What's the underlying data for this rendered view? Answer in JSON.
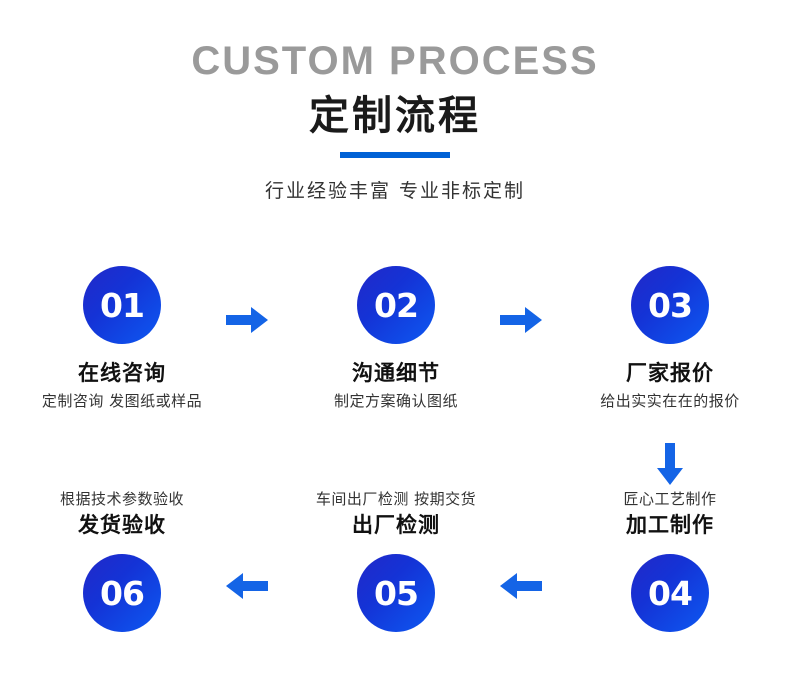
{
  "header": {
    "title_en": "CUSTOM PROCESS",
    "title_cn": "定制流程",
    "subtitle": "行业经验丰富  专业非标定制",
    "accent_color": "#0061D5",
    "title_en_color": "#9a9a9a",
    "title_cn_color": "#1a1a1a"
  },
  "theme": {
    "background": "#ffffff",
    "circle_gradient_start": "#2228c8",
    "circle_gradient_end": "#0d59f2",
    "arrow_color": "#1464e6"
  },
  "steps": [
    {
      "number": "01",
      "title": "在线咨询",
      "subtitle": "定制咨询 发图纸或样品",
      "row": "top"
    },
    {
      "number": "02",
      "title": "沟通细节",
      "subtitle": "制定方案确认图纸",
      "row": "top"
    },
    {
      "number": "03",
      "title": "厂家报价",
      "subtitle": "给出实实在在的报价",
      "row": "top"
    },
    {
      "number": "04",
      "title": "加工制作",
      "subtitle": "匠心工艺制作",
      "row": "bottom"
    },
    {
      "number": "05",
      "title": "出厂检测",
      "subtitle": "车间出厂检测 按期交货",
      "row": "bottom"
    },
    {
      "number": "06",
      "title": "发货验收",
      "subtitle": "根据技术参数验收",
      "row": "bottom"
    }
  ],
  "arrows": [
    {
      "name": "arrow-step-01-to-02",
      "direction": "right"
    },
    {
      "name": "arrow-step-02-to-03",
      "direction": "right"
    },
    {
      "name": "arrow-step-03-to-04",
      "direction": "down"
    },
    {
      "name": "arrow-step-04-to-05",
      "direction": "left"
    },
    {
      "name": "arrow-step-05-to-06",
      "direction": "left"
    }
  ]
}
